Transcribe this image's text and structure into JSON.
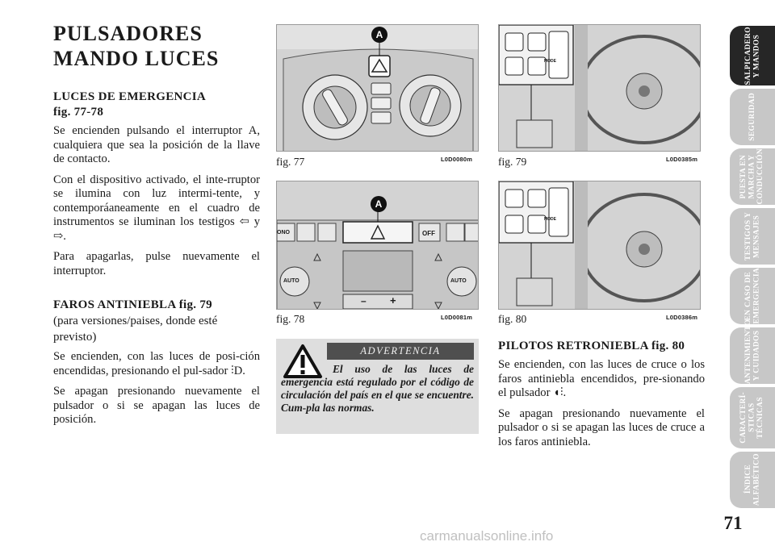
{
  "page": {
    "title_line1": "PULSADORES",
    "title_line2": "MANDO LUCES",
    "page_number": "71",
    "watermark": "carmanualsonline.info"
  },
  "sections": {
    "hazard": {
      "heading": "LUCES DE EMERGENCIA",
      "subheading": "fig. 77-78",
      "p1": "Se encienden pulsando el interruptor A, cualquiera que sea la posición de la llave de contacto.",
      "p2": "Con el dispositivo activado, el inte-rruptor se ilumina con luz intermi-tente, y contemporáaneamente en el cuadro de instrumentos se iluminan los testigos ⇦ y ⇨.",
      "p3": "Para apagarlas, pulse nuevamente el interruptor."
    },
    "fog": {
      "heading": "FAROS ANTINIEBLA fig. 79",
      "subheading": "(para versiones/paises, donde esté previsto)",
      "p1": "Se encienden, con las luces de posi-ción encendidas, presionando el pul-sador ⫶D.",
      "p2": "Se apagan presionando nuevamente el pulsador o si se apagan las luces de posición."
    },
    "rearfog": {
      "heading": "PILOTOS RETRONIEBLA fig. 80",
      "p1": "Se encienden, con las luces de cruce o los faros antiniebla encendidos, pre-sionando el pulsador ◖⫶.",
      "p2": "Se apagan presionando nuevamente el pulsador o si se apagan las luces de cruce a los faros antiniebla."
    }
  },
  "warning": {
    "label": "ADVERTENCIA",
    "text": "El uso de las luces de emergencia está regulado por el código de circulación del país en el que se encuentre. Cum-pla las normas."
  },
  "figures": {
    "fig77": {
      "caption": "fig. 77",
      "code": "L0D0080m",
      "marker": "A"
    },
    "fig78": {
      "caption": "fig. 78",
      "code": "L0D0081m",
      "marker": "A",
      "btn_ono": "ONO",
      "btn_off": "OFF",
      "btn_auto_left": "AUTO",
      "btn_auto_right": "AUTO",
      "fan_minus": "–",
      "fan_plus": "+"
    },
    "fig79": {
      "caption": "fig. 79",
      "code": "L0D0385m",
      "mode": "MODE"
    },
    "fig80": {
      "caption": "fig. 80",
      "code": "L0D0386m",
      "mode": "MODE"
    }
  },
  "tabs": [
    {
      "label": "SALPICADERO\nY MANDOS",
      "active": true
    },
    {
      "label": "SEGURIDAD"
    },
    {
      "label": "PUESTA EN\nMARCHA Y\nCONDUCCIÓN"
    },
    {
      "label": "TESTIGOS Y\nMENSAJES"
    },
    {
      "label": "EN CASO DE\nEMERGENCIA"
    },
    {
      "label": "MANTENIMIENTO\nY CUIDADOS"
    },
    {
      "label": "CARACTERÍ-\nSTICAS\nTÉCNICAS"
    },
    {
      "label": "ÍNDICE\nALFABÉTICO"
    }
  ],
  "colors": {
    "tab_active": "#262626",
    "tab_inactive": "#c7c7c7",
    "warning_bg": "#dedede",
    "warning_head": "#4f4f4f",
    "figure_bg": "#d3d3d3"
  }
}
